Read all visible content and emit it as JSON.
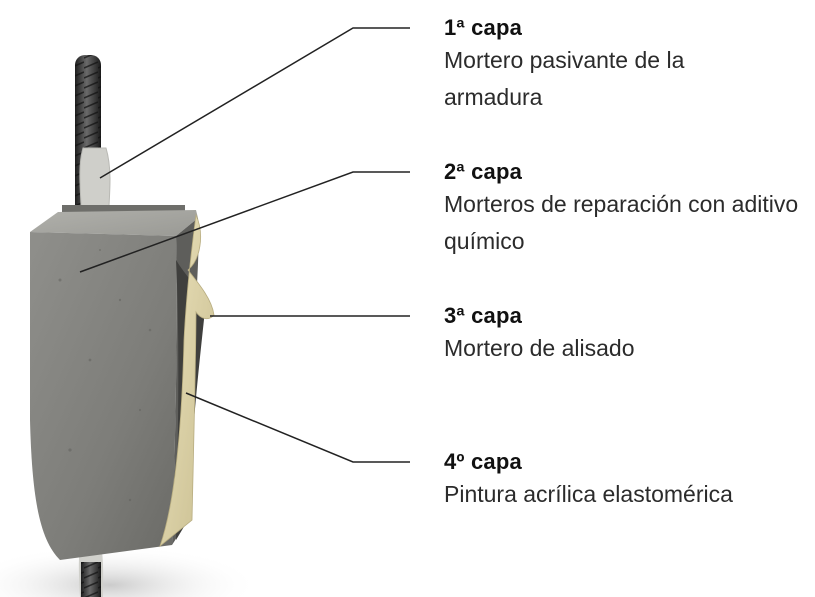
{
  "diagram": {
    "layers": [
      {
        "title": "1ª capa",
        "description": "Mortero pasivante de la armadura"
      },
      {
        "title": "2ª capa",
        "description": "Morteros de reparación con aditivo químico"
      },
      {
        "title": "3ª capa",
        "description": "Mortero de alisado"
      },
      {
        "title": "4º capa",
        "description": "Pintura acrílica elastomérica"
      }
    ],
    "colors": {
      "concrete": "#8a8a86",
      "concrete_dark": "#5e5e5b",
      "rebar": "#3a3a3a",
      "passivating_mortar": "#cfcfca",
      "smoothing_mortar": "#474745",
      "elastomeric_paint": "#d9cfa6",
      "leader_line": "#222222"
    }
  }
}
